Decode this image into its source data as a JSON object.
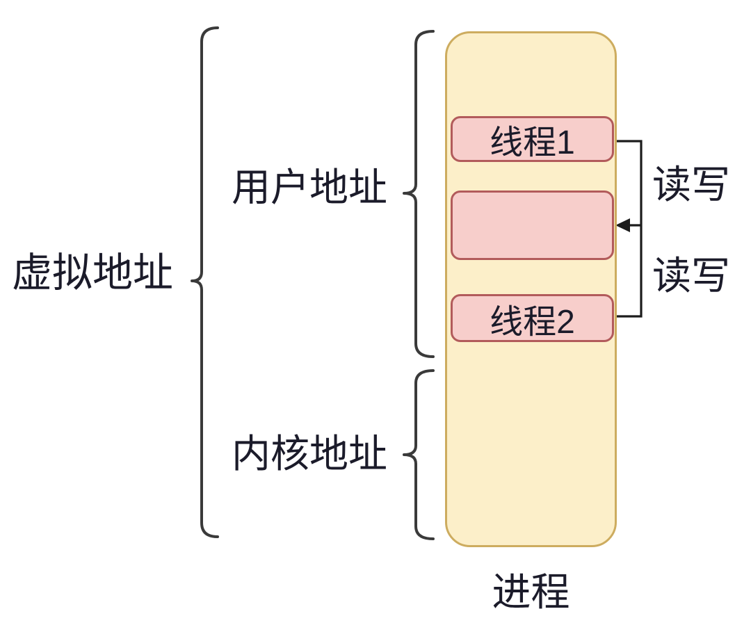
{
  "labels": {
    "virtual_address": "虚拟地址",
    "user_address": "用户地址",
    "kernel_address": "内核地址",
    "read_write_1": "读写",
    "read_write_2": "读写",
    "process": "进程"
  },
  "process_box": {
    "fill": "#FCEFC9",
    "border_color": "#CDAC5F",
    "block_fill": "#F7CECB",
    "block_border_color": "#B25B5B",
    "blocks": [
      {
        "name": "thread-1",
        "label": "线程1"
      },
      {
        "name": "shared-memory",
        "label": ""
      },
      {
        "name": "thread-2",
        "label": "线程2"
      }
    ]
  },
  "colors": {
    "background": "#FFFFFF",
    "text": "#1B1B2A",
    "brace_stroke": "#3A3A3A",
    "connector_stroke": "#1C1C1C"
  }
}
